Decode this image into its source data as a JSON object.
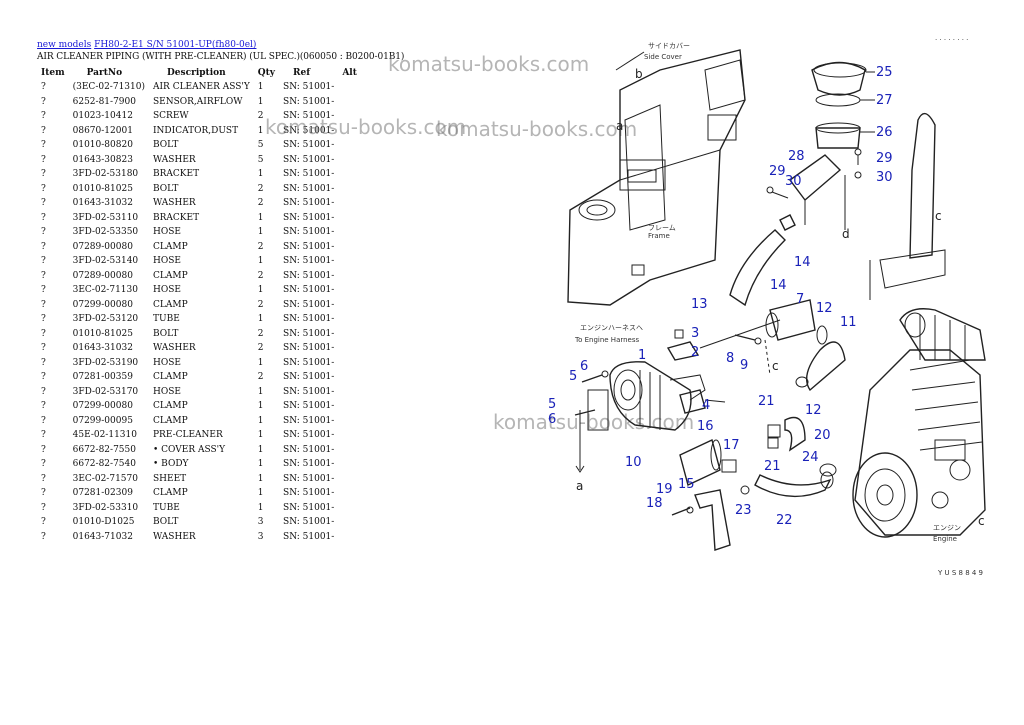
{
  "breadcrumb": {
    "link1": "new models",
    "link2": "FH80-2-E1 S/N  51001-UP(fh80-0el)"
  },
  "subtitle": "AIR CLEANER PIPING (WITH PRE-CLEANER) (UL SPEC.)(060050 : B0200-01B1)",
  "table": {
    "headers": [
      "Item",
      "PartNo",
      "Description",
      "Qty",
      "Ref",
      "Alt"
    ],
    "rows": [
      [
        "?",
        "(3EC-02-71310)",
        "AIR CLEANER ASS'Y",
        "1",
        "SN: 51001-",
        ""
      ],
      [
        "?",
        "6252-81-7900",
        "SENSOR,AIRFLOW",
        "1",
        "SN: 51001-",
        ""
      ],
      [
        "?",
        "01023-10412",
        "SCREW",
        "2",
        "SN: 51001-",
        ""
      ],
      [
        "?",
        "08670-12001",
        "INDICATOR,DUST",
        "1",
        "SN: 51001-",
        ""
      ],
      [
        "?",
        "01010-80820",
        "BOLT",
        "5",
        "SN: 51001-",
        ""
      ],
      [
        "?",
        "01643-30823",
        "WASHER",
        "5",
        "SN: 51001-",
        ""
      ],
      [
        "?",
        "3FD-02-53180",
        "BRACKET",
        "1",
        "SN: 51001-",
        ""
      ],
      [
        "?",
        "01010-81025",
        "BOLT",
        "2",
        "SN: 51001-",
        ""
      ],
      [
        "?",
        "01643-31032",
        "WASHER",
        "2",
        "SN: 51001-",
        ""
      ],
      [
        "?",
        "3FD-02-53110",
        "BRACKET",
        "1",
        "SN: 51001-",
        ""
      ],
      [
        "?",
        "3FD-02-53350",
        "HOSE",
        "1",
        "SN: 51001-",
        ""
      ],
      [
        "?",
        "07289-00080",
        "CLAMP",
        "2",
        "SN: 51001-",
        ""
      ],
      [
        "?",
        "3FD-02-53140",
        "HOSE",
        "1",
        "SN: 51001-",
        ""
      ],
      [
        "?",
        "07289-00080",
        "CLAMP",
        "2",
        "SN: 51001-",
        ""
      ],
      [
        "?",
        "3EC-02-71130",
        "HOSE",
        "1",
        "SN: 51001-",
        ""
      ],
      [
        "?",
        "07299-00080",
        "CLAMP",
        "2",
        "SN: 51001-",
        ""
      ],
      [
        "?",
        "3FD-02-53120",
        "TUBE",
        "1",
        "SN: 51001-",
        ""
      ],
      [
        "?",
        "01010-81025",
        "BOLT",
        "2",
        "SN: 51001-",
        ""
      ],
      [
        "?",
        "01643-31032",
        "WASHER",
        "2",
        "SN: 51001-",
        ""
      ],
      [
        "?",
        "3FD-02-53190",
        "HOSE",
        "1",
        "SN: 51001-",
        ""
      ],
      [
        "?",
        "07281-00359",
        "CLAMP",
        "2",
        "SN: 51001-",
        ""
      ],
      [
        "?",
        "3FD-02-53170",
        "HOSE",
        "1",
        "SN: 51001-",
        ""
      ],
      [
        "?",
        "07299-00080",
        "CLAMP",
        "1",
        "SN: 51001-",
        ""
      ],
      [
        "?",
        "07299-00095",
        "CLAMP",
        "1",
        "SN: 51001-",
        ""
      ],
      [
        "?",
        "45E-02-11310",
        "PRE-CLEANER",
        "1",
        "SN: 51001-",
        ""
      ],
      [
        "?",
        "6672-82-7550",
        "• COVER ASS'Y",
        "1",
        "SN: 51001-",
        ""
      ],
      [
        "?",
        "6672-82-7540",
        "• BODY",
        "1",
        "SN: 51001-",
        ""
      ],
      [
        "?",
        "3EC-02-71570",
        "SHEET",
        "1",
        "SN: 51001-",
        ""
      ],
      [
        "?",
        "07281-02309",
        "CLAMP",
        "1",
        "SN: 51001-",
        ""
      ],
      [
        "?",
        "3FD-02-53310",
        "TUBE",
        "1",
        "SN: 51001-",
        ""
      ],
      [
        "?",
        "01010-D1025",
        "BOLT",
        "3",
        "SN: 51001-",
        ""
      ],
      [
        "?",
        "01643-71032",
        "WASHER",
        "3",
        "SN: 51001-",
        ""
      ]
    ]
  },
  "watermark": "komatsu-books.com",
  "diagram": {
    "labels": {
      "side_cover_jp": "サイドカバー",
      "side_cover": "Side Cover",
      "frame_jp": "フレーム",
      "frame": "Frame",
      "harness_jp": "エンジンハーネスへ",
      "harness": "To Engine Harness",
      "engine_jp": "エンジン",
      "engine": "Engine",
      "footer_code": "Y U S 8 8 4 9",
      "corner_dots": ". . . . . . . ."
    },
    "letters": {
      "a": "a",
      "b": "b",
      "c": "c",
      "d": "d"
    },
    "callouts": [
      "1",
      "2",
      "3",
      "4",
      "5",
      "6",
      "7",
      "8",
      "9",
      "10",
      "11",
      "12",
      "13",
      "14",
      "15",
      "16",
      "17",
      "18",
      "19",
      "20",
      "21",
      "22",
      "23",
      "24",
      "25",
      "26",
      "27",
      "28",
      "29",
      "30"
    ]
  },
  "colors": {
    "link": "#1a1ad6",
    "callout": "#1a22b8"
  }
}
